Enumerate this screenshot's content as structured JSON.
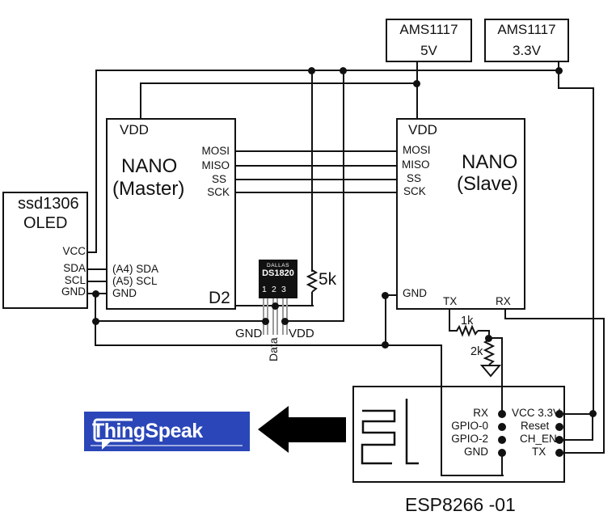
{
  "regulators": [
    {
      "line1": "AMS1117",
      "line2": "5V"
    },
    {
      "line1": "AMS1117",
      "line2": "3.3V"
    }
  ],
  "master": {
    "vdd": "VDD",
    "name": "NANO",
    "role": "(Master)",
    "spi_pins": [
      "MOSI",
      "MISO",
      "SS",
      "SCK"
    ],
    "left_pins": [
      "(A4) SDA",
      "(A5) SCL",
      "GND"
    ],
    "data_pin": "D2"
  },
  "slave": {
    "vdd": "VDD",
    "name": "NANO",
    "role": "(Slave)",
    "spi_pins": [
      "MOSI",
      "MISO",
      "SS",
      "SCK"
    ],
    "gnd": "GND",
    "tx": "TX",
    "rx": "RX"
  },
  "oled": {
    "line1": "ssd1306",
    "line2": "OLED",
    "pins": [
      "VCC",
      "SDA",
      "SCL",
      "GND"
    ]
  },
  "sensor": {
    "brand": "DALLAS",
    "part": "DS1820",
    "pin_numbers": [
      "1",
      "2",
      "3"
    ],
    "gnd_label": "GND",
    "data_label": "Data",
    "vdd_label": "VDD"
  },
  "resistors": {
    "pullup": "5k",
    "series": "1k",
    "divider": "2k"
  },
  "esp": {
    "left_pins": [
      "RX",
      "GPIO-0",
      "GPIO-2",
      "GND"
    ],
    "right_pins": [
      "VCC 3.3V",
      "Reset",
      "CH_EN",
      "TX"
    ],
    "caption": "ESP8266 -01"
  },
  "logo": {
    "text": "ThingSpeak",
    "bg_color": "#2A46B8"
  }
}
